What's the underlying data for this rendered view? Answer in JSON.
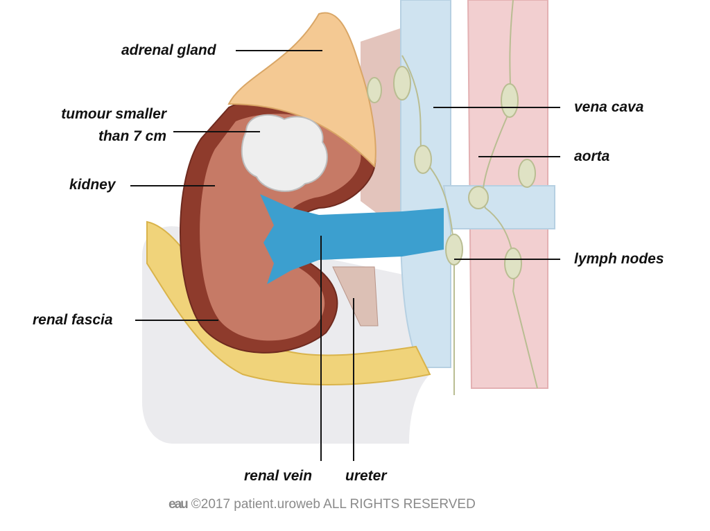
{
  "labels": {
    "adrenal_gland": "adrenal gland",
    "tumour_line1": "tumour smaller",
    "tumour_line2": "than 7 cm",
    "kidney": "kidney",
    "renal_fascia": "renal fascia",
    "vena_cava": "vena cava",
    "aorta": "aorta",
    "lymph_nodes": "lymph nodes",
    "renal_vein": "renal vein",
    "ureter": "ureter"
  },
  "footer": {
    "logo": "eau",
    "copyright": "©2017 patient.uroweb ALL RIGHTS RESERVED"
  },
  "colors": {
    "vena_cava": "#cfe3f0",
    "aorta": "#f2cfd0",
    "kidney": "#8e3b2c",
    "fat": "#f0d37a",
    "adrenal": "#f4c993",
    "tumour": "#eeeeee"
  }
}
